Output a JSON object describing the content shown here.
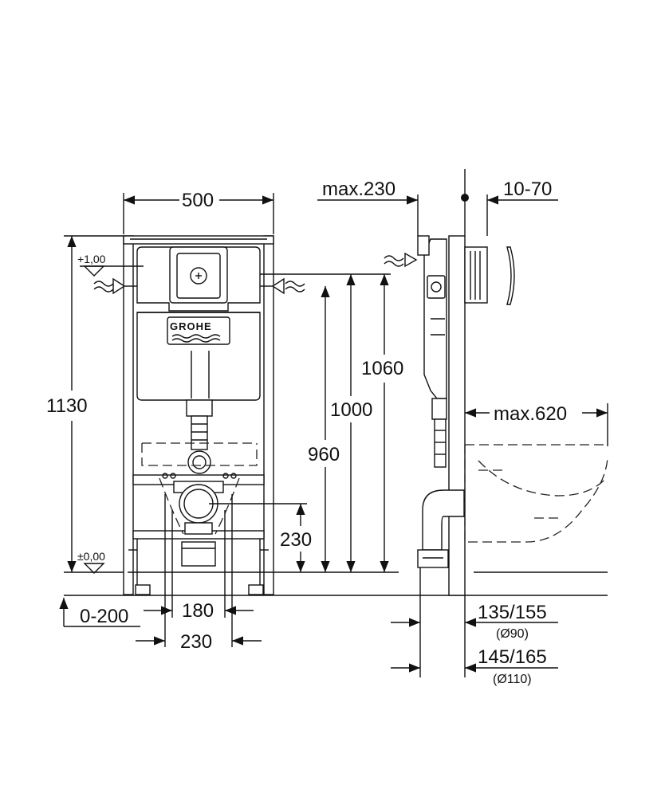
{
  "brand": {
    "logo": "GROHE"
  },
  "front_view": {
    "width": "500",
    "height_total": "1130",
    "level_top": "+1,00",
    "level_floor": "±0,00",
    "water_inlet_1060": "1060",
    "frame_1000": "1000",
    "water_inlet_960": "960",
    "drain_height": "230",
    "foot_adjust": "0-200",
    "drain_spacing_180": "180",
    "drain_spacing_230": "230"
  },
  "side_view": {
    "max_230": "max.230",
    "wall_10_70": "10-70",
    "max_620": "max.620",
    "depth_90": "135/155",
    "diam_90": "(Ø90)",
    "depth_110": "145/165",
    "diam_110": "(Ø110)"
  },
  "colors": {
    "line": "#111111",
    "background": "#ffffff"
  }
}
